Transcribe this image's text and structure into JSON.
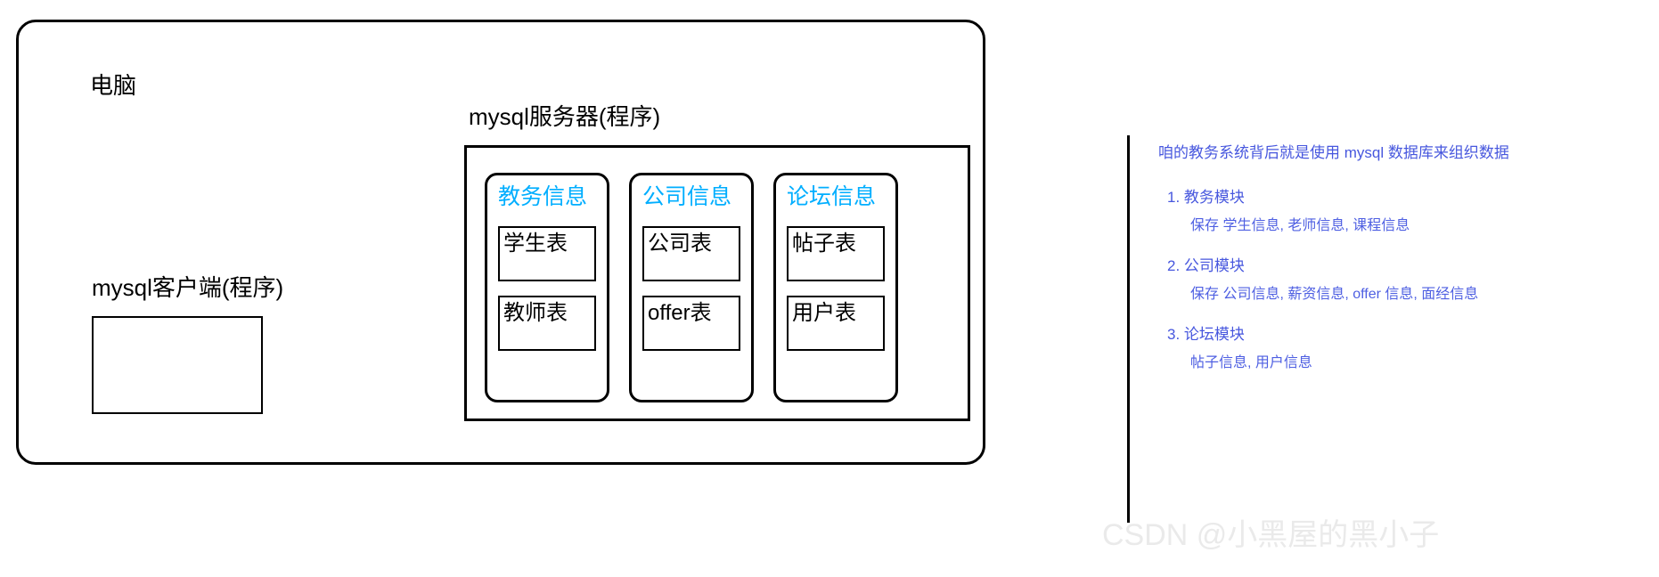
{
  "diagram": {
    "computer": {
      "label": "电脑",
      "client": {
        "label": "mysql客户端(程序)",
        "content": ""
      },
      "server": {
        "label": "mysql服务器(程序)",
        "databases": [
          {
            "title": "教务信息",
            "tables": [
              "学生表",
              "教师表"
            ]
          },
          {
            "title": "公司信息",
            "tables": [
              "公司表",
              "offer表"
            ]
          },
          {
            "title": "论坛信息",
            "tables": [
              "帖子表",
              "用户表"
            ]
          }
        ]
      }
    }
  },
  "notes": {
    "headline": "咱的教务系统背后就是使用 mysql 数据库来组织数据",
    "items": [
      {
        "title": "1. 教务模块",
        "detail": "保存 学生信息, 老师信息, 课程信息"
      },
      {
        "title": "2. 公司模块",
        "detail": "保存 公司信息, 薪资信息, offer 信息, 面经信息"
      },
      {
        "title": "3. 论坛模块",
        "detail": "帖子信息, 用户信息"
      }
    ]
  },
  "watermark": {
    "text": "CSDN @小黑屋的黑小子"
  },
  "colors": {
    "db_title": "#00AEFF",
    "notes_text": "#4757DE",
    "stroke": "#000000",
    "watermark": "#eaeaea"
  }
}
